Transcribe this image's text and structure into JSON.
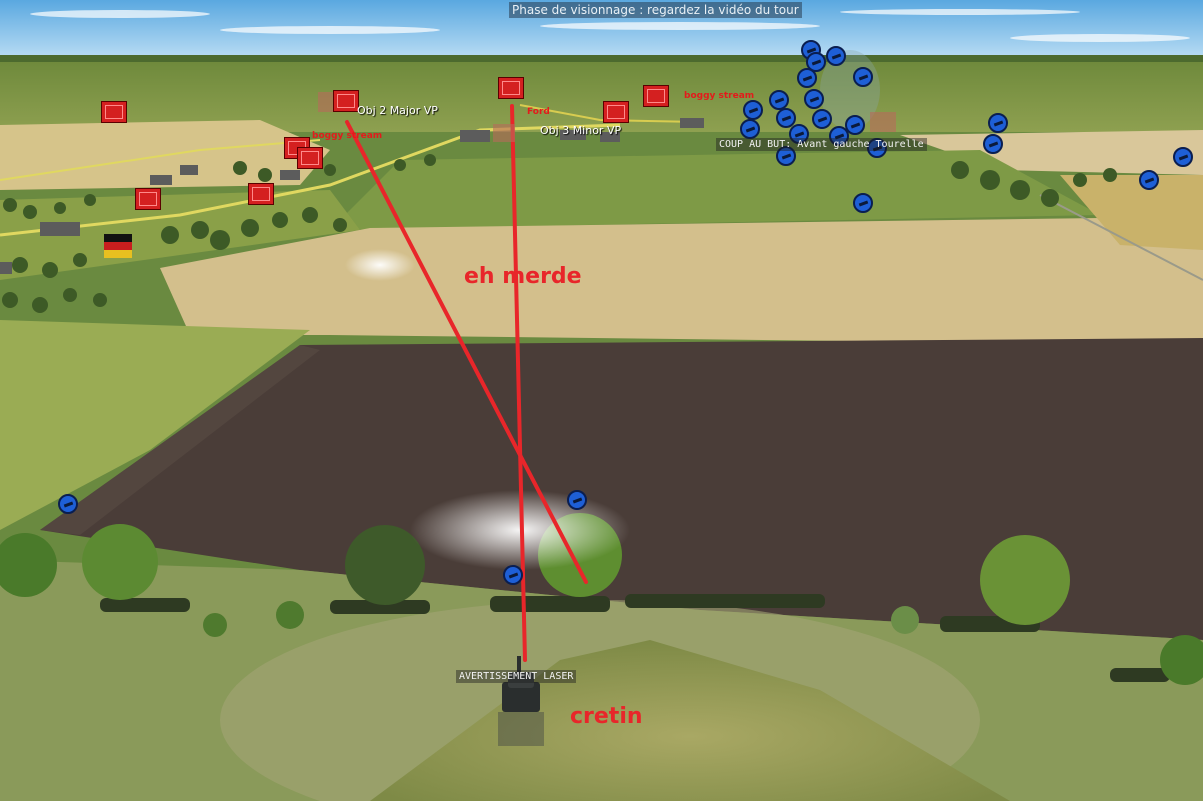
{
  "hud": {
    "phase_banner": "Phase de visionnage : regardez la vidéo du tour",
    "hit_message": "COUP AU BUT: Avant gauche Tourelle",
    "laser_warning": "AVERTISSEMENT LASER"
  },
  "map_labels": {
    "obj2": "Obj 2 Major VP",
    "obj3": "Obj 3 Minor VP",
    "boggy_stream": "boggy stream",
    "boggy_stream_2": "boggy stream",
    "ford": "Ford"
  },
  "annotations": {
    "top": "eh merde",
    "bottom": "cretin"
  },
  "colors": {
    "axis_marker": "#d42020",
    "allied_marker": "#1e5fd6",
    "annotation": "#e8262a"
  },
  "icons": {
    "axis_unit": "red-unit-marker",
    "allied_unit": "blue-unit-marker",
    "german_flag": "german-flag-icon"
  }
}
